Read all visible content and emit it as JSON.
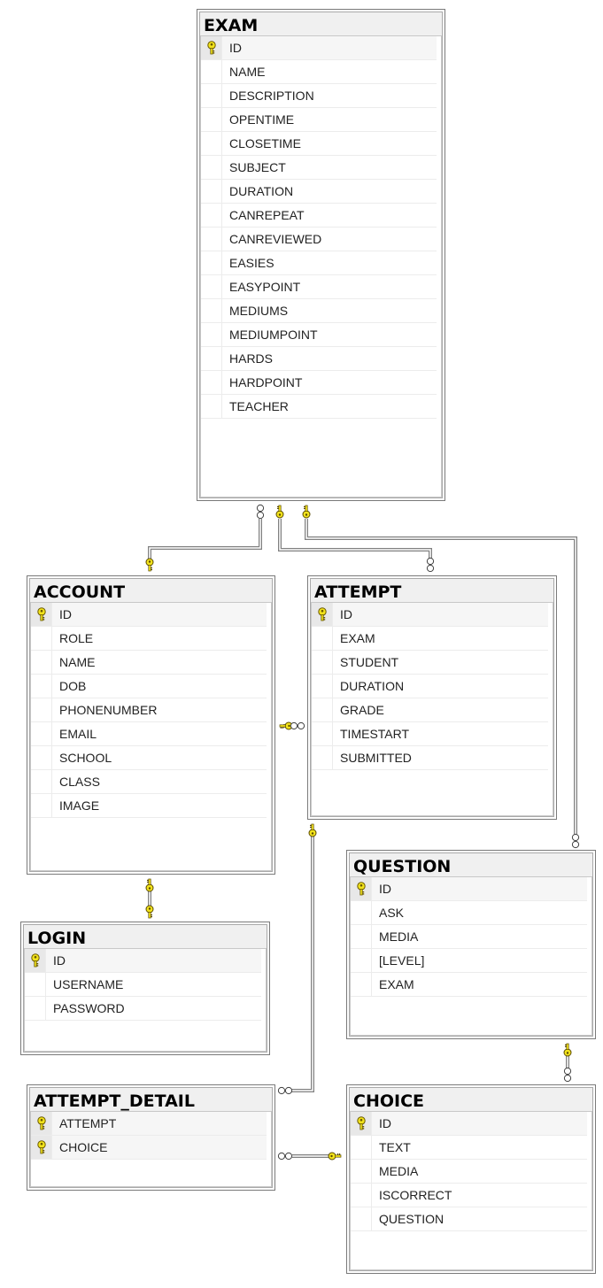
{
  "tables": {
    "exam": {
      "title": "EXAM",
      "columns": [
        {
          "name": "ID",
          "pk": true
        },
        {
          "name": "NAME"
        },
        {
          "name": "DESCRIPTION"
        },
        {
          "name": "OPENTIME"
        },
        {
          "name": "CLOSETIME"
        },
        {
          "name": "SUBJECT"
        },
        {
          "name": "DURATION"
        },
        {
          "name": "CANREPEAT"
        },
        {
          "name": "CANREVIEWED"
        },
        {
          "name": "EASIES"
        },
        {
          "name": "EASYPOINT"
        },
        {
          "name": "MEDIUMS"
        },
        {
          "name": "MEDIUMPOINT"
        },
        {
          "name": "HARDS"
        },
        {
          "name": "HARDPOINT"
        },
        {
          "name": "TEACHER"
        }
      ]
    },
    "account": {
      "title": "ACCOUNT",
      "columns": [
        {
          "name": "ID",
          "pk": true
        },
        {
          "name": "ROLE"
        },
        {
          "name": "NAME"
        },
        {
          "name": "DOB"
        },
        {
          "name": "PHONENUMBER"
        },
        {
          "name": "EMAIL"
        },
        {
          "name": "SCHOOL"
        },
        {
          "name": "CLASS"
        },
        {
          "name": "IMAGE"
        }
      ]
    },
    "attempt": {
      "title": "ATTEMPT",
      "columns": [
        {
          "name": "ID",
          "pk": true
        },
        {
          "name": "EXAM"
        },
        {
          "name": "STUDENT"
        },
        {
          "name": "DURATION"
        },
        {
          "name": "GRADE"
        },
        {
          "name": "TIMESTART"
        },
        {
          "name": "SUBMITTED"
        }
      ]
    },
    "question": {
      "title": "QUESTION",
      "columns": [
        {
          "name": "ID",
          "pk": true
        },
        {
          "name": "ASK"
        },
        {
          "name": "MEDIA"
        },
        {
          "name": "[LEVEL]"
        },
        {
          "name": "EXAM"
        }
      ]
    },
    "login": {
      "title": "LOGIN",
      "columns": [
        {
          "name": "ID",
          "pk": true
        },
        {
          "name": "USERNAME"
        },
        {
          "name": "PASSWORD"
        }
      ]
    },
    "attempt_detail": {
      "title": "ATTEMPT_DETAIL",
      "columns": [
        {
          "name": "ATTEMPT",
          "pk": true
        },
        {
          "name": "CHOICE",
          "pk": true
        }
      ]
    },
    "choice": {
      "title": "CHOICE",
      "columns": [
        {
          "name": "ID",
          "pk": true
        },
        {
          "name": "TEXT"
        },
        {
          "name": "MEDIA"
        },
        {
          "name": "ISCORRECT"
        },
        {
          "name": "QUESTION"
        }
      ]
    }
  },
  "colors": {
    "key": "#f2e31b",
    "line": "#808080",
    "border": "#7a7a7a",
    "header_bg": "#f0f0f0"
  }
}
